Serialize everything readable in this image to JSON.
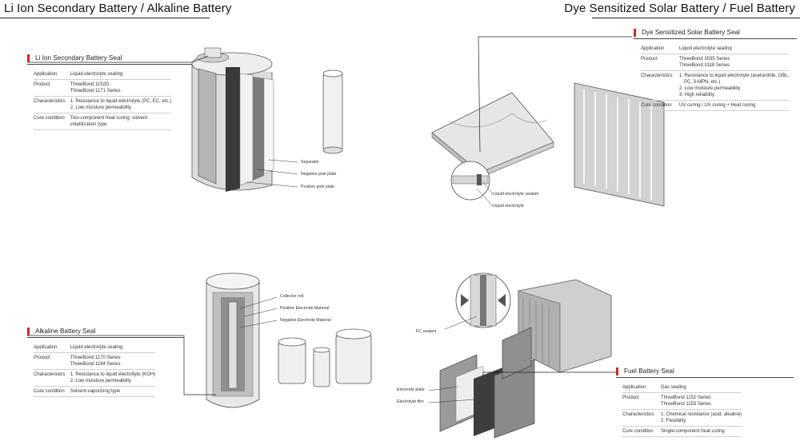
{
  "headings": {
    "left": "Li Ion Secondary Battery / Alkaline Battery",
    "right": "Dye Sensitized Solar Battery / Fuel Battery"
  },
  "panels": {
    "liion": {
      "title": "Li Ion Secondary Battery  Seal",
      "rows": [
        {
          "key": "Application",
          "values": [
            "Liquid electrolyte sealing"
          ]
        },
        {
          "key": "Product",
          "values": [
            "ThreeBond 1152D",
            "ThreeBond 1171 Series"
          ]
        },
        {
          "key": "Characteristics",
          "values": [
            "1. Resistance to liquid electrolyte (PC, EC, etc.)",
            "2. Low moisture permeability"
          ]
        },
        {
          "key": "Cure condition",
          "values": [
            "Two-component heat curing: solvent",
            "volatilization type"
          ]
        }
      ],
      "labels": [
        "Separator",
        "Negative pole plate",
        "Positive pole plate"
      ]
    },
    "dye": {
      "title": "Dye Sensitized Solar Battery  Seal",
      "rows": [
        {
          "key": "Application",
          "values": [
            "Liquid electrolyte sealing"
          ]
        },
        {
          "key": "Product",
          "values": [
            "ThreeBond 3035 Series",
            "ThreeBond 3118 Series"
          ]
        },
        {
          "key": "Characteristics",
          "values": [
            "1. Resistance to liquid electrolyte (acetonitrile, GBL,",
            "PC, 3-MPN, etc.)",
            "2. Low moisture permeability",
            "3. High reliability"
          ]
        },
        {
          "key": "Cure condition",
          "values": [
            "UV curing / UV curing + Heat curing"
          ]
        }
      ],
      "labels": [
        "Liquid electrolyte sealant",
        "Liquid electrolyte"
      ]
    },
    "alkaline": {
      "title": "Alkaline Battery  Seal",
      "rows": [
        {
          "key": "Application",
          "values": [
            "Liquid electrolyte sealing"
          ]
        },
        {
          "key": "Product",
          "values": [
            "ThreeBond 1170 Series",
            "ThreeBond 1184 Series"
          ]
        },
        {
          "key": "Characteristics",
          "values": [
            "1. Resistance to liquid electrolyte (KOH)",
            "2. Low moisture permeability"
          ]
        },
        {
          "key": "Cure condition",
          "values": [
            "Solvent-vaporizing type"
          ]
        }
      ],
      "labels": [
        "Collector rod",
        "Positive Electrode Material",
        "Negative Electrode Material"
      ]
    },
    "fuel": {
      "title": "Fuel Battery  Seal",
      "rows": [
        {
          "key": "Application",
          "values": [
            "Gas sealing"
          ]
        },
        {
          "key": "Product",
          "values": [
            "ThreeBond 1152 Series",
            "ThreeBond 1153 Series"
          ]
        },
        {
          "key": "Characteristics",
          "values": [
            "1. Chemical resistance (acid, alkaline)",
            "2. Flexibility"
          ]
        },
        {
          "key": "Cure condition",
          "values": [
            "Single-component heat curing"
          ]
        }
      ],
      "labels": [
        "FC sealant",
        "Electrode plate",
        "Electrolyte film"
      ]
    }
  }
}
